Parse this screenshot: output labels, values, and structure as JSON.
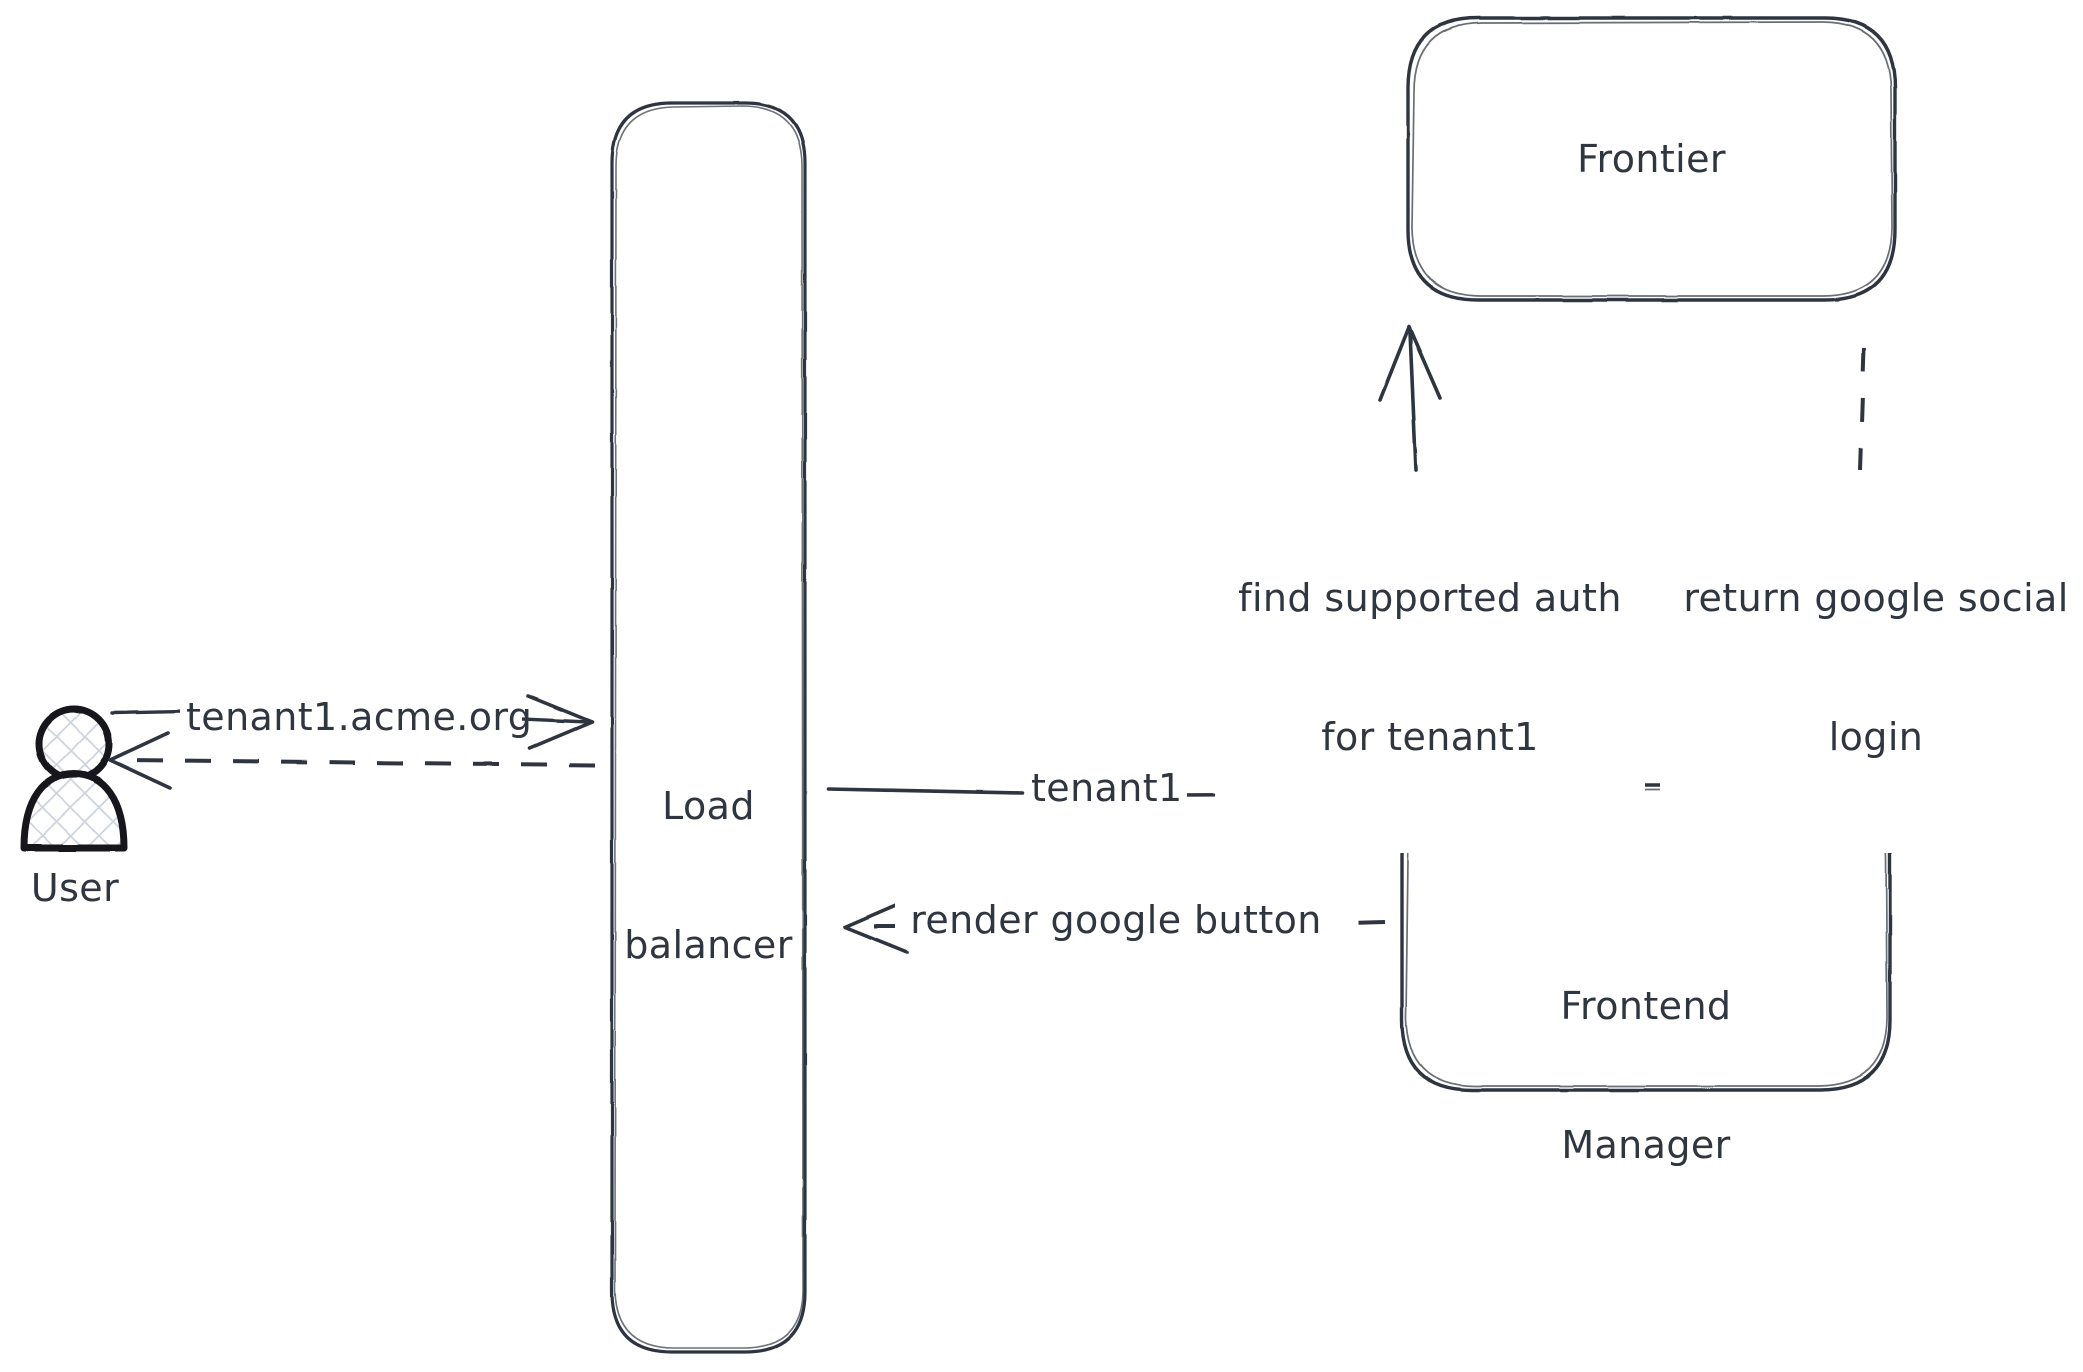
{
  "diagram": {
    "title": "Multi-tenant authentication flow",
    "background_color": "#ffffff",
    "stroke_color": "#2f3640",
    "hatch_color": "#ccd3dc",
    "nodes": [
      {
        "id": "user",
        "label": "User",
        "shape": "actor",
        "fill": "hatched"
      },
      {
        "id": "load-balancer",
        "label": "Load\nbalancer",
        "shape": "rounded-rect"
      },
      {
        "id": "frontier",
        "label": "Frontier",
        "shape": "rounded-rect"
      },
      {
        "id": "frontend-manager",
        "label": "Frontend\nManager",
        "shape": "rounded-rect"
      }
    ],
    "edges": [
      {
        "id": "user-to-lb",
        "label": "tenant1.acme.org",
        "from": "user",
        "to": "load-balancer",
        "style": "solid",
        "direction": "right"
      },
      {
        "id": "lb-to-user",
        "label": "",
        "from": "load-balancer",
        "to": "user",
        "style": "dashed",
        "direction": "left"
      },
      {
        "id": "lb-to-fm",
        "label": "tenant1",
        "from": "load-balancer",
        "to": "frontend-manager",
        "style": "solid",
        "direction": "right"
      },
      {
        "id": "fm-to-lb",
        "label": "render google button",
        "from": "frontend-manager",
        "to": "load-balancer",
        "style": "dashed",
        "direction": "left"
      },
      {
        "id": "fm-to-frontier",
        "label": "find supported auth\nfor tenant1",
        "from": "frontend-manager",
        "to": "frontier",
        "style": "solid",
        "direction": "up"
      },
      {
        "id": "frontier-to-fm",
        "label": "return google social\nlogin",
        "from": "frontier",
        "to": "frontend-manager",
        "style": "dashed",
        "direction": "down"
      }
    ],
    "labels": {
      "user": "User",
      "load_balancer_line1": "Load",
      "load_balancer_line2": "balancer",
      "frontier": "Frontier",
      "frontend_manager_line1": "Frontend",
      "frontend_manager_line2": "Manager",
      "edge_user_to_lb": "tenant1.acme.org",
      "edge_lb_to_fm": "tenant1",
      "edge_fm_to_lb": "render google button",
      "edge_fm_to_frontier_line1": "find supported auth",
      "edge_fm_to_frontier_line2": "for tenant1",
      "edge_frontier_to_fm_line1": "return google social",
      "edge_frontier_to_fm_line2": "login"
    }
  }
}
